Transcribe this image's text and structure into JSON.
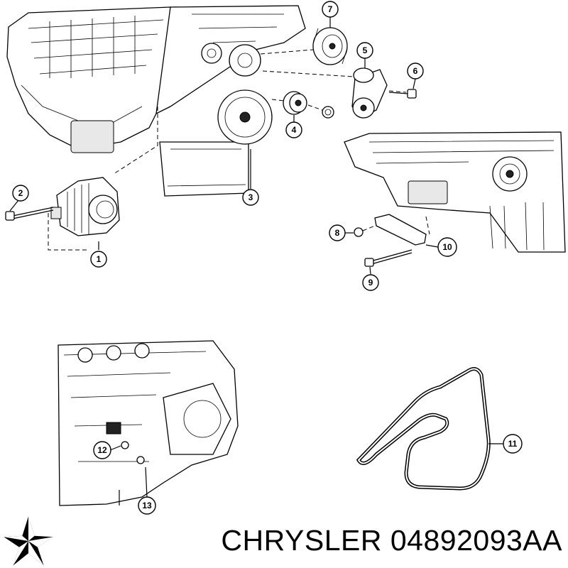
{
  "diagram": {
    "callouts": [
      "1",
      "2",
      "3",
      "4",
      "5",
      "6",
      "7",
      "8",
      "9",
      "10",
      "11",
      "12",
      "13"
    ]
  },
  "footer": {
    "brand": "CHRYSLER",
    "part_number": "04892093AA",
    "logo_icon": "chrysler-pentastar-icon"
  }
}
